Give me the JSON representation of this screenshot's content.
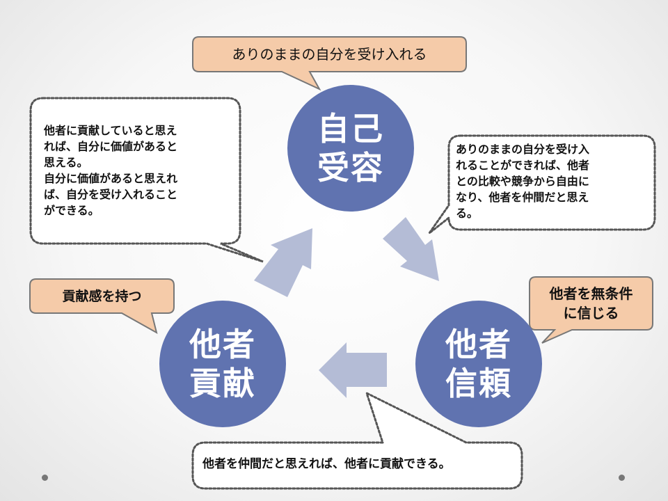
{
  "circles": {
    "self_acceptance": {
      "line1": "自己",
      "line2": "受容"
    },
    "trust_in_others": {
      "line1": "他者",
      "line2": "信頼"
    },
    "contribution_to_others": {
      "line1": "他者",
      "line2": "貢献"
    }
  },
  "labels": {
    "accept_yourself": "ありのままの自分を受け入れる",
    "trust_unconditionally_1": "他者を無条件",
    "trust_unconditionally_2": "に信じる",
    "sense_of_contribution": "貢献感を持つ"
  },
  "notes": {
    "contribution_to_acceptance": [
      "他者に貢献していると思え",
      "れば、自分に価値があると",
      "思える。",
      "自分に価値があると思えれ",
      "ば、自分を受け入れること",
      "ができる。"
    ],
    "acceptance_to_trust": [
      "ありのままの自分を受け入",
      "れることができれば、他者",
      "との比較や競争から自由に",
      "なり、他者を仲間だと思え",
      "る。"
    ],
    "trust_to_contribution": "他者を仲間だと思えれば、他者に貢献できる。"
  },
  "colors": {
    "circle_fill": "#6073b0",
    "arrow_fill": "#b4bcd6",
    "callout_fill": "#f5cba9",
    "callout_border": "#777777"
  }
}
